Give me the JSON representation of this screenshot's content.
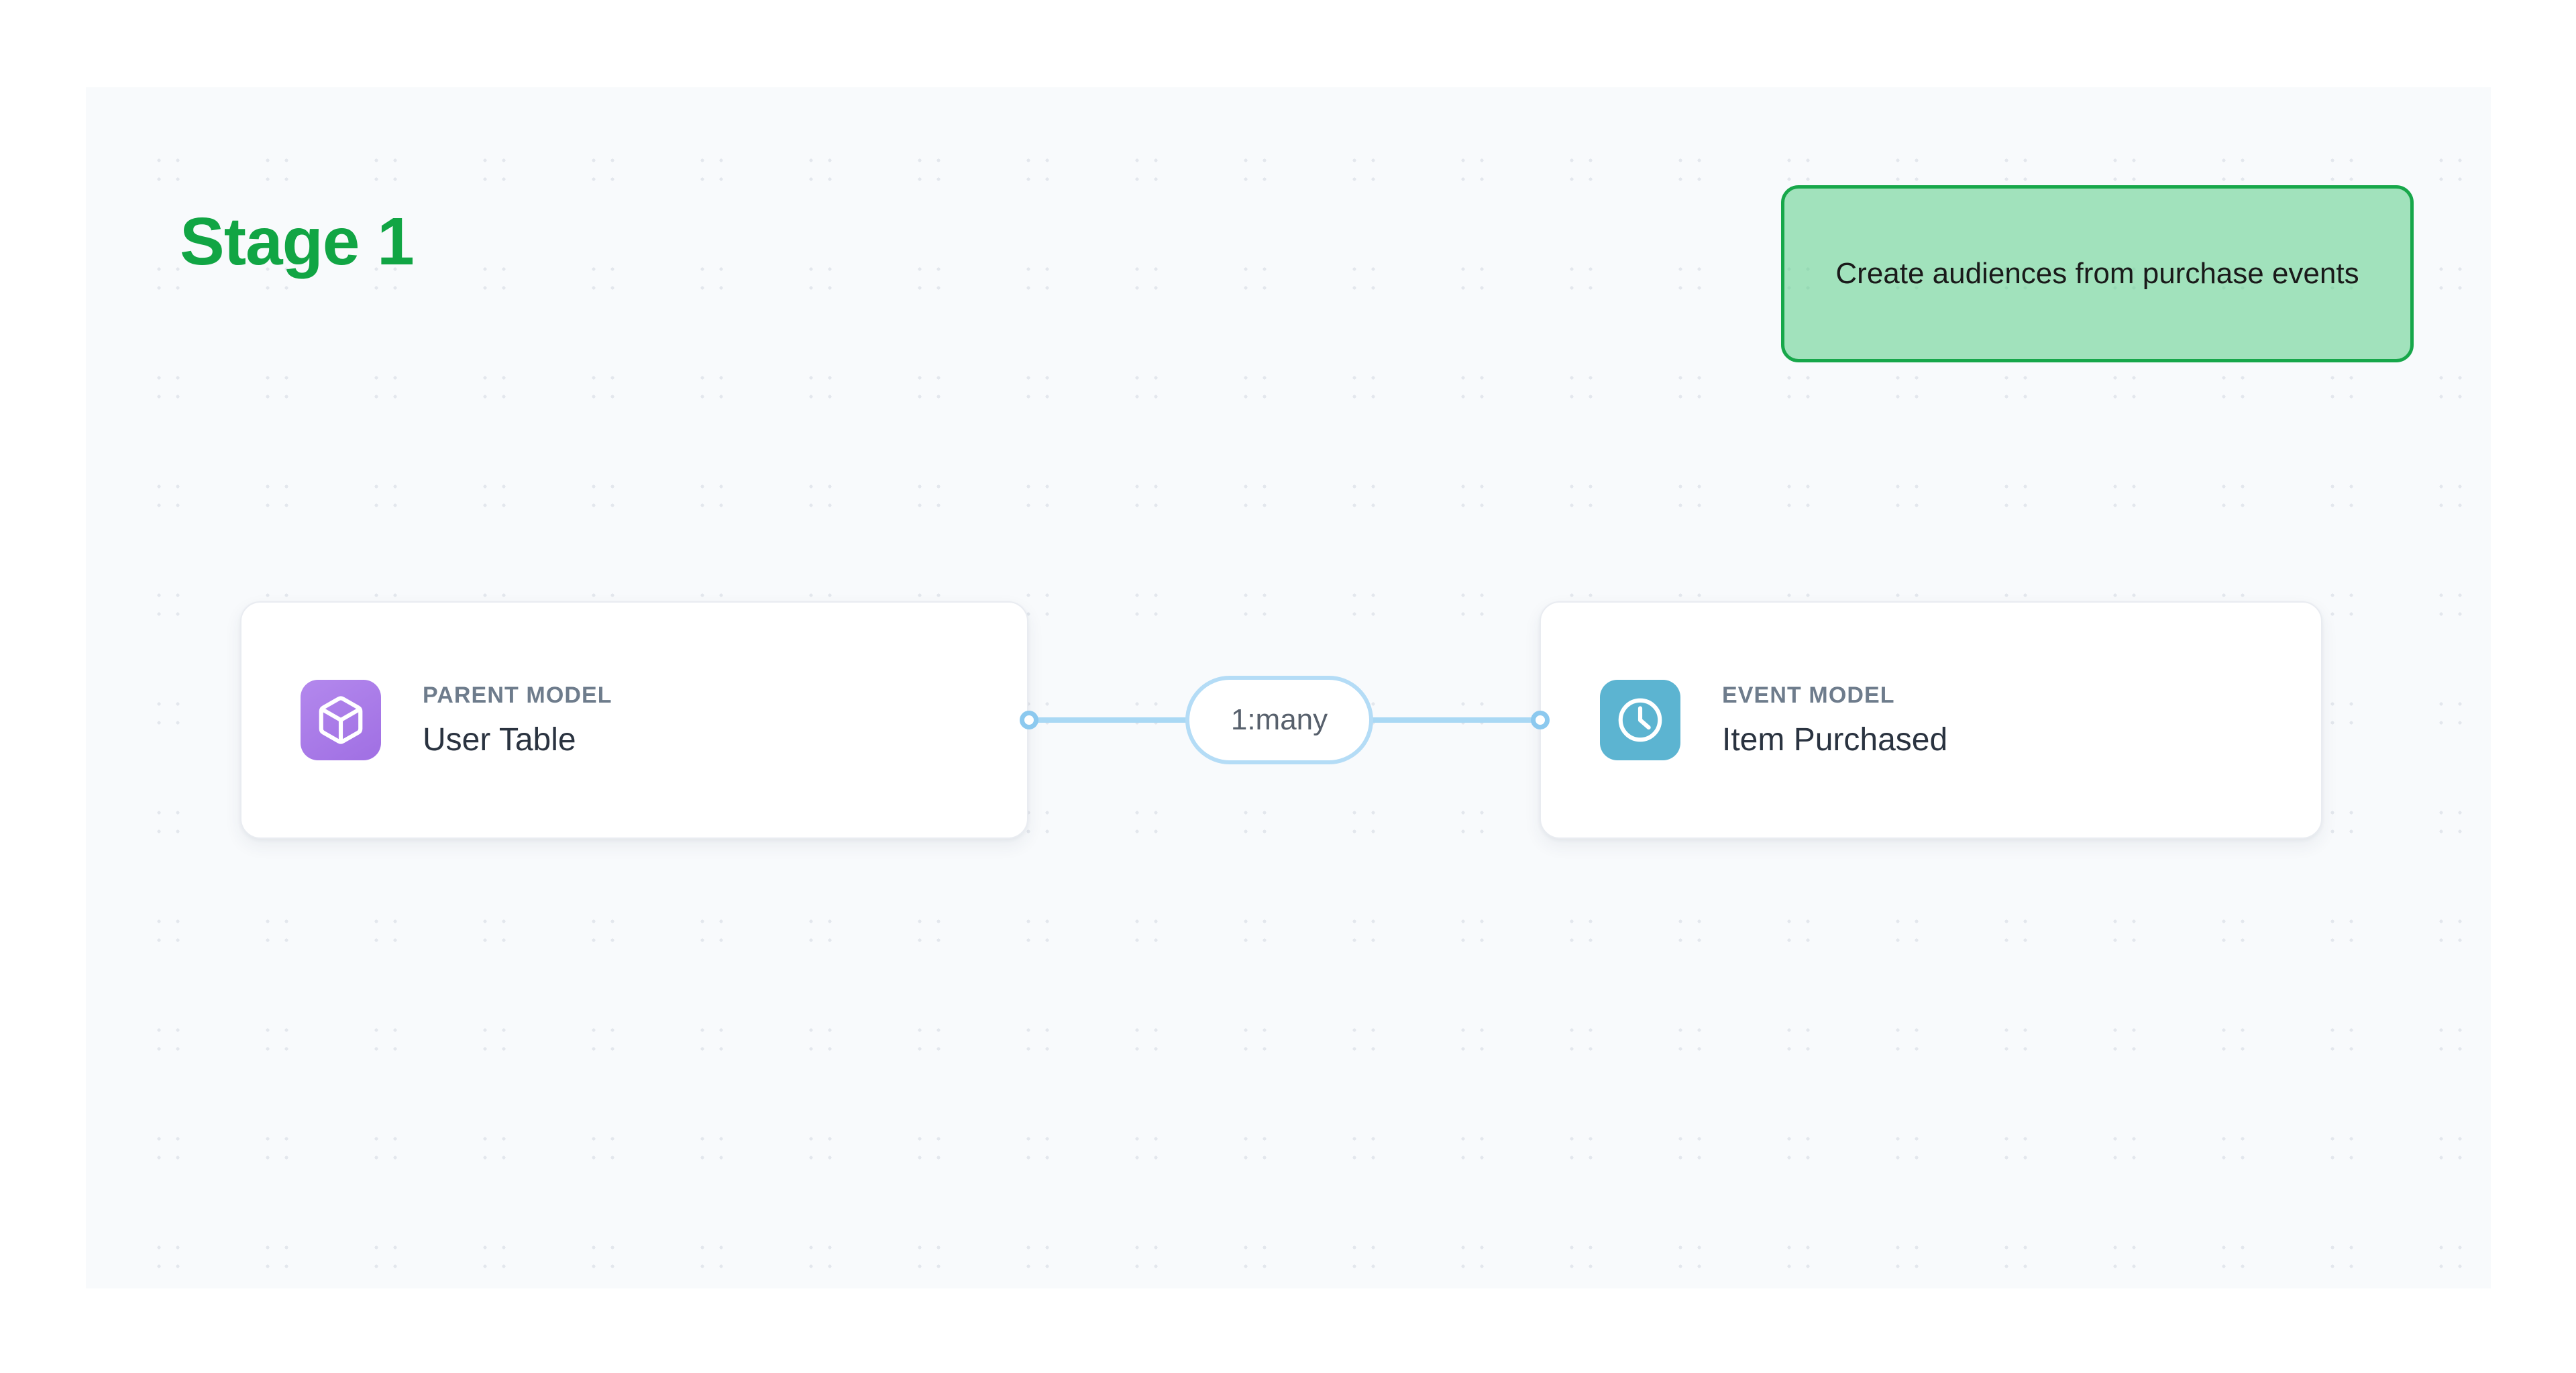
{
  "canvas": {
    "background_color": "#f8fafc",
    "dot_color": "#e3e7ed"
  },
  "stage": {
    "title": "Stage 1",
    "color": "#11a544"
  },
  "annotation": {
    "text": "Create audiences from purchase events",
    "border_color": "#17a74a",
    "fill_color": "#5acd87"
  },
  "nodes": [
    {
      "icon": "cube-icon",
      "icon_tile_color": "#a06fe3",
      "kicker": "PARENT MODEL",
      "title": "User Table"
    },
    {
      "icon": "clock-icon",
      "icon_tile_color": "#5cb4d1",
      "kicker": "EVENT MODEL",
      "title": "Item Purchased"
    }
  ],
  "connector": {
    "relationship_label": "1:many",
    "line_color": "#a9d8f4",
    "endpoint_color": "#8cc9ef"
  }
}
